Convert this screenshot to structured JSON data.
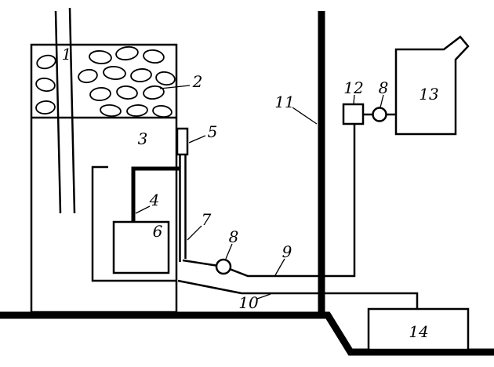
{
  "canvas": {
    "background": "#ffffff",
    "line_color": "#000000"
  },
  "labels": {
    "n1": "1",
    "n2": "2",
    "n3": "3",
    "n4": "4",
    "n5": "5",
    "n6": "6",
    "n7": "7",
    "n8a": "8",
    "n8b": "8",
    "n9": "9",
    "n10": "10",
    "n11": "11",
    "n12": "12",
    "n13": "13",
    "n14": "14"
  }
}
